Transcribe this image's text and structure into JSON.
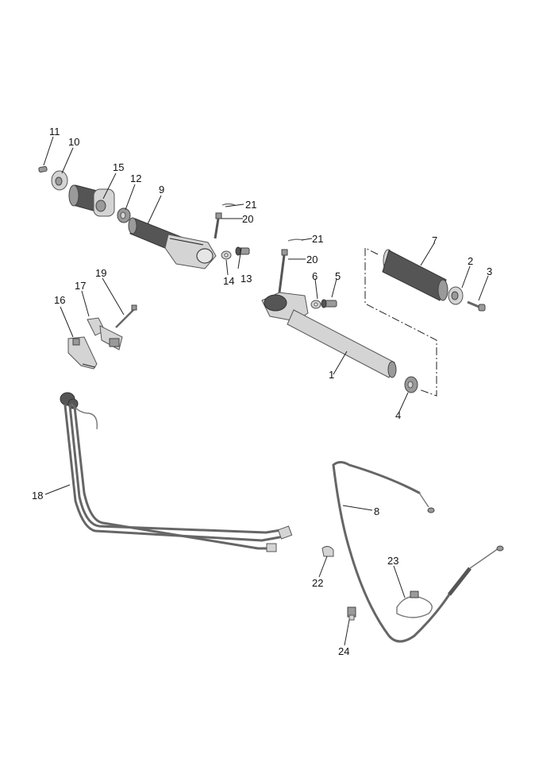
{
  "diagram": {
    "labels": [
      "1",
      "2",
      "3",
      "4",
      "5",
      "6",
      "7",
      "8",
      "9",
      "10",
      "11",
      "12",
      "13",
      "14",
      "15",
      "16",
      "17",
      "18",
      "19",
      "20",
      "20",
      "21",
      "21",
      "22",
      "23",
      "24"
    ]
  }
}
